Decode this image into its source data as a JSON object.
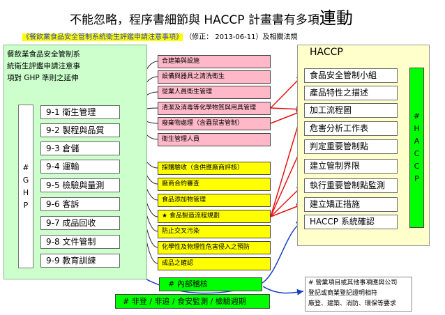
{
  "title": {
    "text": "不能忽略，程序書細節與 HACCP 計畫書有多項",
    "big": "連動"
  },
  "subtitle": {
    "pub": "《餐飲業食品安全管制系統衛生評鑑申請注意事項》",
    "rev": "（修正： 2013-06-11）及相關法規"
  },
  "left_note": [
    "餐飲業食品安全管制系",
    "統衛生評鑑申請注意事",
    "項對 GHP 準則之延伸"
  ],
  "ghp_side": [
    "#",
    "G",
    "H",
    "P"
  ],
  "ghp_items": [
    "9-1 衛生管理",
    "9-2 製程與品質",
    "9-3 倉儲",
    "9-4 運輸",
    "9-5 檢驗與量測",
    "9-6 客訴",
    "9-7 成品回收",
    "9-8 文件管制",
    "9-9 教育訓練"
  ],
  "pink_items": [
    "合建築與設施",
    "設備與器具之清洗衛生",
    "從業人員衛生管理",
    "清潔及消毒等化學物質與用具管理",
    "廢棄物處理（含蟲鼠害管制）",
    "衛生管理人員"
  ],
  "yellow_items": [
    "採購驗收（含供應廠商評核）",
    "廠商合約審查",
    "食品添加物管理",
    "★ 食品製造流程規劃",
    "防止交叉污染",
    "化學性及物理性危害侵入之預防",
    "成品之確認"
  ],
  "haccp": {
    "title": "HACCP",
    "items": [
      "食品安全管制小組",
      "產品特性之描述",
      "加工流程圖",
      "危害分析工作表",
      "判定重要管制點",
      "建立管制界限",
      "執行重要管制點監測",
      "建立矯正措施",
      "HACCP  系統確認"
    ],
    "side": [
      "#",
      "H",
      "A",
      "C",
      "C",
      "P"
    ]
  },
  "audit": "# 內部稽核",
  "bottom_bar": "# 非登 / 非追 / 食安監測 / 檢驗週期",
  "note": [
    "# 營業項目或其他事項應與公司",
    "登記或商業登記證明相符",
    "廠登、建築、消防、環保等要求"
  ],
  "colors": {
    "green": "#ccffcc",
    "bright_green": "#00ff00",
    "pink": "#ffb8c8",
    "yellow": "#ffff00",
    "arrow_red": "#e81010",
    "arrow_blue": "#1a3fbf"
  }
}
